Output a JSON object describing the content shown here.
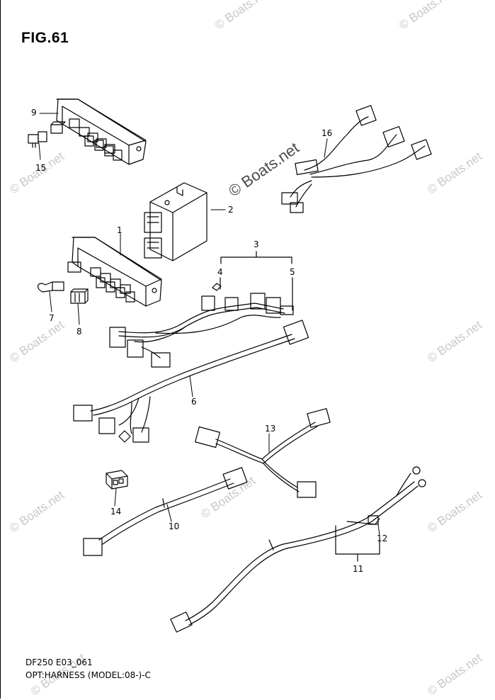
{
  "figure": {
    "title": "FIG.61",
    "code": "DF250 E03_061",
    "caption": "OPT:HARNESS (MODEL:08-)-C"
  },
  "watermark": {
    "main": "© Boats.net",
    "repeat": "© Boats.net"
  },
  "parts": [
    {
      "ref": "1"
    },
    {
      "ref": "2"
    },
    {
      "ref": "3"
    },
    {
      "ref": "4"
    },
    {
      "ref": "5"
    },
    {
      "ref": "6"
    },
    {
      "ref": "7"
    },
    {
      "ref": "8"
    },
    {
      "ref": "9"
    },
    {
      "ref": "10"
    },
    {
      "ref": "11"
    },
    {
      "ref": "12"
    },
    {
      "ref": "13"
    },
    {
      "ref": "14"
    },
    {
      "ref": "15"
    },
    {
      "ref": "16"
    }
  ]
}
